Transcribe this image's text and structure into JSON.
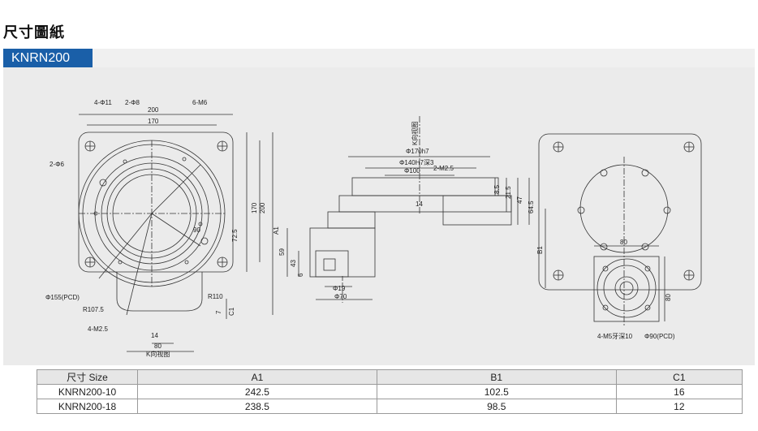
{
  "page": {
    "title": "尺寸圖紙",
    "model": "KNRN200"
  },
  "drawing": {
    "top_view": {
      "holes_label": "4-Φ11",
      "pin_label": "2-Φ8",
      "tap_label": "6-M6",
      "side_pin_label": "2-Φ6",
      "width_outer": "200",
      "width_inner": "170",
      "angle": "90",
      "dim_725": "72.5",
      "dim_170v": "170",
      "dim_200v": "200",
      "dim_a1": "A1",
      "pcd_label": "Φ155(PCD)",
      "r107_label": "R107.5",
      "r110_label": "R110",
      "m25_label": "4-M2.5",
      "dim_7": "7",
      "dim_c1": "C1",
      "dim_14": "14",
      "dim_80": "80",
      "k_view": "K向视图"
    },
    "side_view": {
      "k_view_label": "K向视图",
      "d170": "Φ170h7",
      "d140": "Φ140H7深3",
      "d100": "Φ100",
      "m25": "2-M2.5",
      "dim_85": "8.5",
      "dim_215": "21.5",
      "dim_47": "47",
      "dim_645": "64.5",
      "dim_14": "14",
      "dim_59": "59",
      "dim_43": "43",
      "dim_6": "6",
      "d19": "Φ19",
      "d70": "Φ70"
    },
    "bottom_view": {
      "dim_80": "80",
      "dim_80v": "80",
      "dim_b1": "B1",
      "tap_label": "4-M5牙深10",
      "pcd_label": "Φ90(PCD)"
    }
  },
  "table": {
    "headers": [
      "尺寸 Size",
      "A1",
      "B1",
      "C1"
    ],
    "rows": [
      [
        "KNRN200-10",
        "242.5",
        "102.5",
        "16"
      ],
      [
        "KNRN200-18",
        "238.5",
        "98.5",
        "12"
      ]
    ]
  }
}
